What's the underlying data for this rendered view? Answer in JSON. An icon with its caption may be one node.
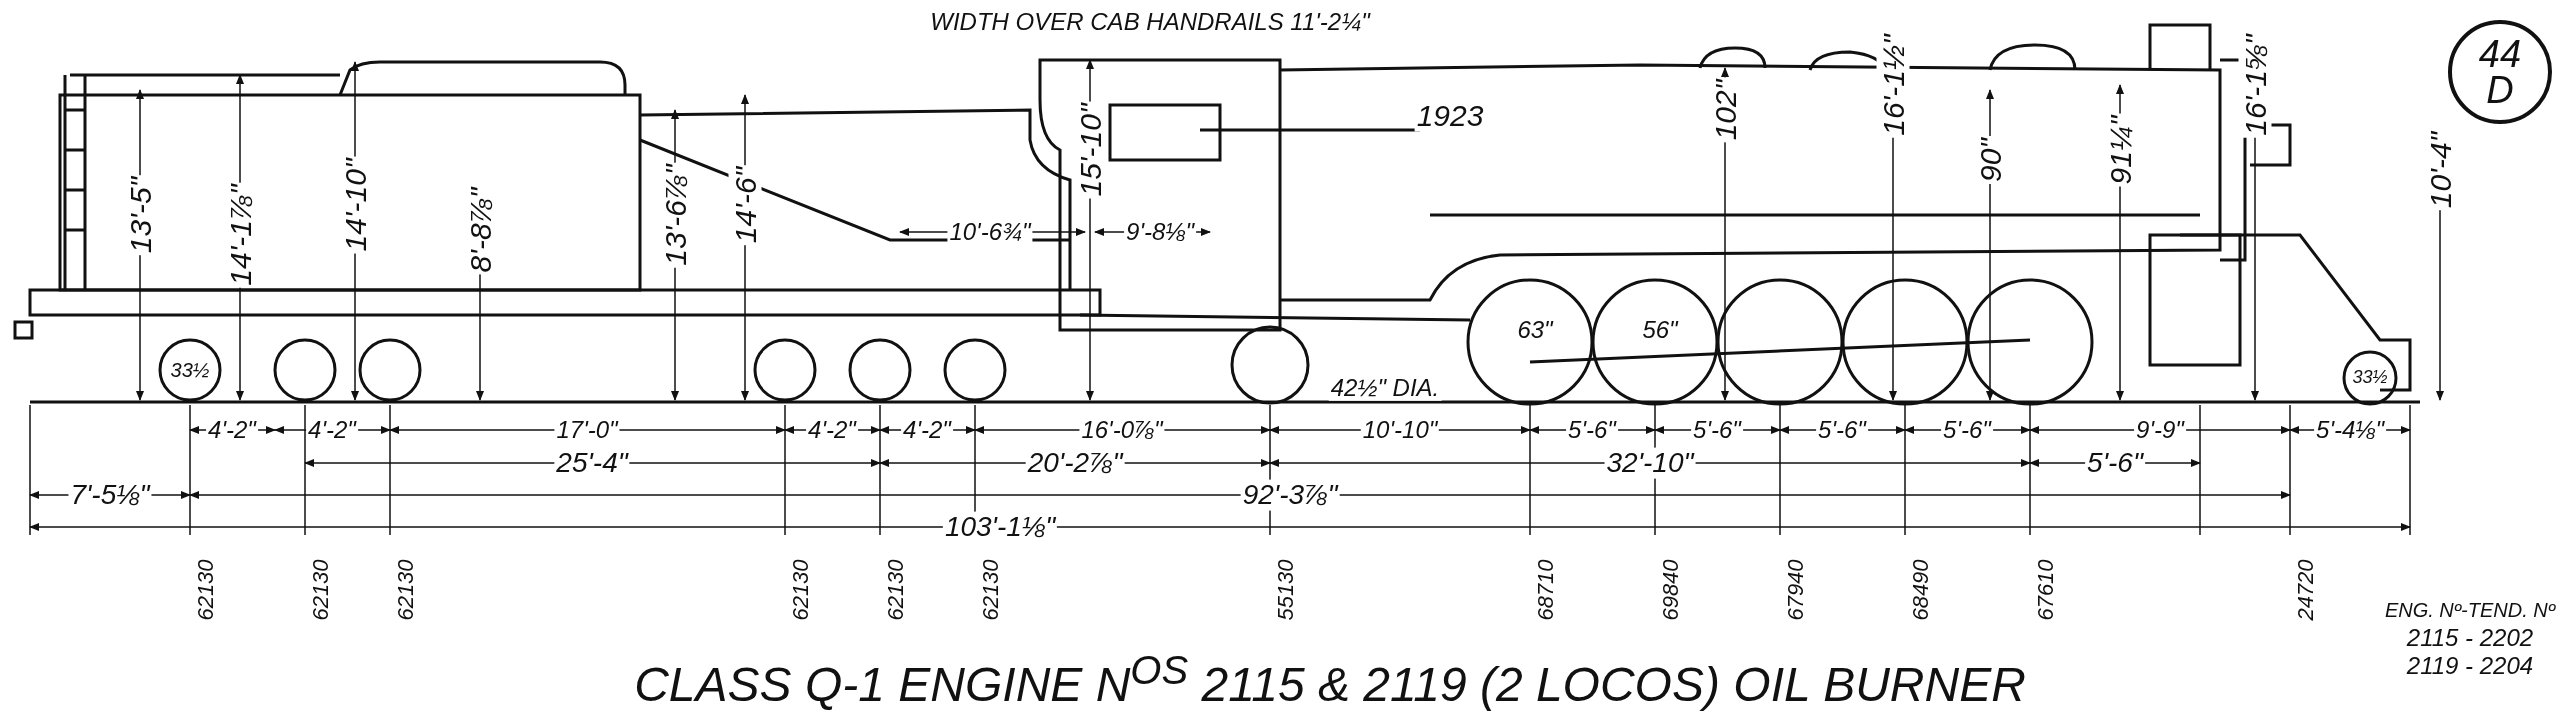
{
  "diagram": {
    "caption": "CLASS Q-1 ENGINE N$^{OS}$ 2115 & 2119 (2 LOCOS) OIL BURNER",
    "nodes": [
      {
        "text": [
          "44 D"
        ]
      }
    ],
    "edges": [],
    "labels": [
      "WIDTH OVER CAB HANDRAILS 11'-2¼\"",
      "1923",
      "13'-5\"",
      "14'-1⅞\"",
      "14'-10\"",
      "8'-8⅞\"",
      "13'-6⅞\"",
      "14'-6\"",
      "15'-10\"",
      "102\"",
      "16'-1½\"",
      "90\"",
      "91¼\"",
      "16'-1⅝\"",
      "10'-4\"",
      "10'-6¾\"",
      "9'-8⅛\"",
      "33½",
      "63\"",
      "56\"",
      "42½\" DIA.",
      "33½",
      "4'-2\"",
      "4'-2\"",
      "17'-0\"",
      "4'-2\"",
      "4'-2\"",
      "16'-0⅞\"",
      "10'-10\"",
      "5'-6\"",
      "5'-6\"",
      "5'-6\"",
      "5'-6\"",
      "9'-9\"",
      "5'-4⅛\"",
      "25'-4\"",
      "20'-2⅞\"",
      "32'-10\"",
      "5'-6\"",
      "7'-5⅛\"",
      "92'-3⅞\"",
      "103'-1⅛\"",
      "62130",
      "62130",
      "62130",
      "62130",
      "62130",
      "62130",
      "55130",
      "68710",
      "69840",
      "67940",
      "68490",
      "67610",
      "24720",
      "ENG. Nº-TEND. Nº",
      "2115 - 2202",
      "2119 - 2204"
    ]
  }
}
